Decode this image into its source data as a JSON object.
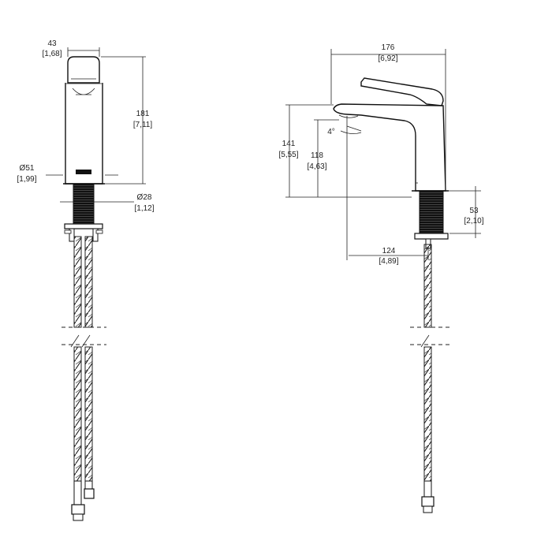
{
  "front_view": {
    "top_width": {
      "mm": "43",
      "in": "[1,68]"
    },
    "height": {
      "mm": "181",
      "in": "[7,11]"
    },
    "base_diameter": {
      "mm": "Ø51",
      "in": "[1,99]"
    },
    "shank_diameter": {
      "mm": "Ø28",
      "in": "[1,12]"
    }
  },
  "side_view": {
    "reach": {
      "mm": "176",
      "in": "[6,92]"
    },
    "spout_height": {
      "mm": "141",
      "in": "[5,55]"
    },
    "aerator_height": {
      "mm": "118",
      "in": "[4,63]"
    },
    "spout_angle": "4°",
    "shank_length": {
      "mm": "53",
      "in": "[2,10]"
    },
    "outlet_projection": {
      "mm": "124",
      "in": "[4,89]"
    }
  }
}
